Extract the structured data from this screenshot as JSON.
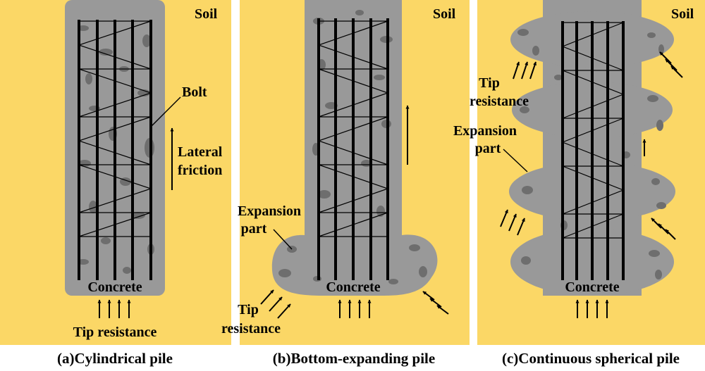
{
  "colors": {
    "soil": "#FBD766",
    "concrete": "#999999",
    "aggregate": "#6E6E6E",
    "steel": "#000000",
    "background": "#FFFFFF"
  },
  "panels": [
    {
      "caption": "(a)Cylindrical pile",
      "soil_label": "Soil",
      "concrete_label": "Concrete",
      "bolt_label": "Bolt",
      "friction_label_line1": "Lateral",
      "friction_label_line2": "friction",
      "tip_label": "Tip resistance"
    },
    {
      "caption": "(b)Bottom-expanding pile",
      "soil_label": "Soil",
      "concrete_label": "Concrete",
      "expansion_label_line1": "Expansion",
      "expansion_label_line2": "part",
      "tip_label_line1": "Tip",
      "tip_label_line2": "resistance"
    },
    {
      "caption": "(c)Continuous spherical pile",
      "soil_label": "Soil",
      "concrete_label": "Concrete",
      "expansion_label_line1": "Expansion",
      "expansion_label_line2": "part",
      "tip_label_line1": "Tip",
      "tip_label_line2": "resistance"
    }
  ],
  "icons": {
    "arrow": "arrow-icon",
    "bolt": "steel-bar-icon"
  }
}
